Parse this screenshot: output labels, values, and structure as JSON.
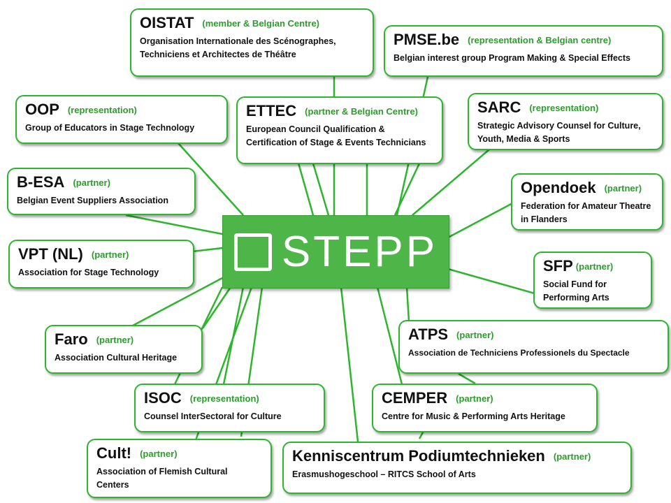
{
  "center": {
    "logo": "STEPP"
  },
  "colors": {
    "border": "#2db52d",
    "tag": "#2c9d2c",
    "logo_bg": "#4eb548"
  },
  "nodes": [
    {
      "id": "oistat",
      "name": "OISTAT",
      "tag": "(member & Belgian Centre)",
      "desc": "Organisation Internationale des Scénographes, Techniciens et Architectes de Théâtre"
    },
    {
      "id": "pmse",
      "name": "PMSE.be",
      "tag": "(representation & Belgian centre)",
      "desc": "Belgian interest group Program Making & Special Effects"
    },
    {
      "id": "oop",
      "name": "OOP",
      "tag": "(representation)",
      "desc": "Group of Educators in Stage Technology"
    },
    {
      "id": "ettec",
      "name": "ETTEC",
      "tag": "(partner & Belgian Centre)",
      "desc": "European Council Qualification & Certification of Stage & Events Technicians"
    },
    {
      "id": "sarc",
      "name": "SARC",
      "tag": "(representation)",
      "desc": "Strategic Advisory Counsel for Culture, Youth, Media & Sports"
    },
    {
      "id": "besa",
      "name": "B-ESA",
      "tag": "(partner)",
      "desc": "Belgian Event Suppliers Association"
    },
    {
      "id": "opendoek",
      "name": "Opendoek",
      "tag": "(partner)",
      "desc": "Federation for Amateur Theatre in Flanders"
    },
    {
      "id": "vpt",
      "name": "VPT (NL)",
      "tag": "(partner)",
      "desc": "Association for Stage Technology"
    },
    {
      "id": "sfp",
      "name": "SFP",
      "tag": "(partner)",
      "desc": "Social Fund for Performing Arts"
    },
    {
      "id": "faro",
      "name": "Faro",
      "tag": "(partner)",
      "desc": "Association Cultural Heritage"
    },
    {
      "id": "atps",
      "name": "ATPS",
      "tag": "(partner)",
      "desc": "Association de Techniciens Professionels du Spectacle"
    },
    {
      "id": "isoc",
      "name": "ISOC",
      "tag": "(representation)",
      "desc": "Counsel InterSectoral for Culture"
    },
    {
      "id": "cemper",
      "name": "CEMPER",
      "tag": "(partner)",
      "desc": "Centre for Music & Performing Arts Heritage"
    },
    {
      "id": "cult",
      "name": "Cult!",
      "tag": "(partner)",
      "desc": "Association of Flemish Cultural Centers"
    },
    {
      "id": "kennis",
      "name": "Kenniscentrum Podiumtechnieken",
      "tag": "(partner)",
      "desc": "Erasmushogeschool – RITCS School of Arts"
    }
  ]
}
